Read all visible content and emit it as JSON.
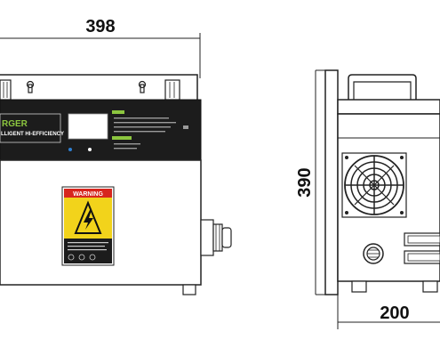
{
  "dimensions": {
    "width": "398",
    "height": "390",
    "depth": "200"
  },
  "front_panel": {
    "brand_text": "RGER",
    "tagline": "LLIGENT HI-EFFICIENCY"
  },
  "warning_label": {
    "heading": "WARNING"
  },
  "icons": {
    "warning": "high-voltage-warning-icon",
    "fan": "cooling-fan-icon",
    "connector": "output-connector-icon",
    "hook": "mounting-hook-icon"
  },
  "colors": {
    "panel": "#1c1c1c",
    "brand": "#8cc63f",
    "warning_red": "#d7261e",
    "warning_yellow": "#f2d31b",
    "line": "#222222"
  }
}
